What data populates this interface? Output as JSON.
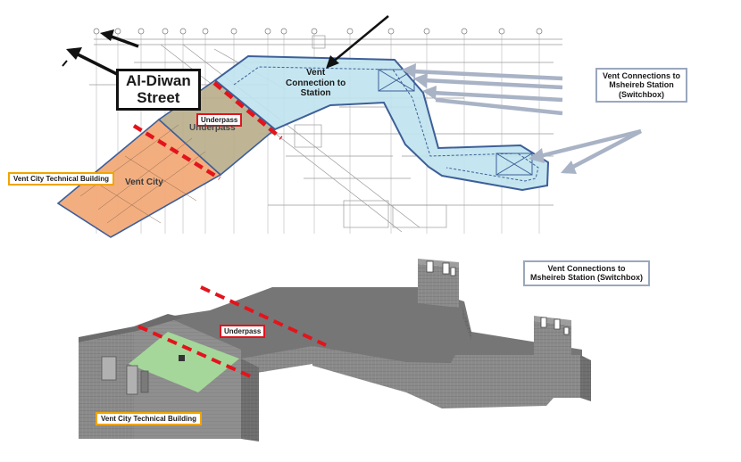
{
  "top_plan": {
    "street_label": [
      "Al-Diwan",
      "Street"
    ],
    "vent_connection_label": [
      "Vent",
      "Connection to",
      "Station"
    ],
    "underpass_box": "Underpass",
    "underpass_ghost": "Underpass",
    "vent_city_label": "Vent City",
    "technical_building_label": "Vent City Technical Building",
    "switchbox_label": [
      "Vent Connections to",
      "Msheireb Station",
      "(Switchbox)"
    ]
  },
  "bottom_model": {
    "switchbox_label": [
      "Vent Connections to",
      "Msheireb Station (Switchbox)"
    ],
    "underpass_box": "Underpass",
    "technical_building_label": "Vent City Technical Building"
  },
  "colors": {
    "tunnel_fill": "#bfe3ee",
    "tunnel_outline": "#3d5f99",
    "underpass_fill": "#b8ad8a",
    "vent_city_fill": "#f2a774",
    "grid_line": "#b9b9b9",
    "red_dash": "#e3141c",
    "pointer_arrow": "#a9b3c6",
    "model_gray": "#878787",
    "model_roof": "#7a7a7a",
    "green_roof": "#a5d79a",
    "label_yellow_border": "#f0a500",
    "label_gray_border": "#9aa7bd",
    "label_red_border": "#e0141e"
  }
}
